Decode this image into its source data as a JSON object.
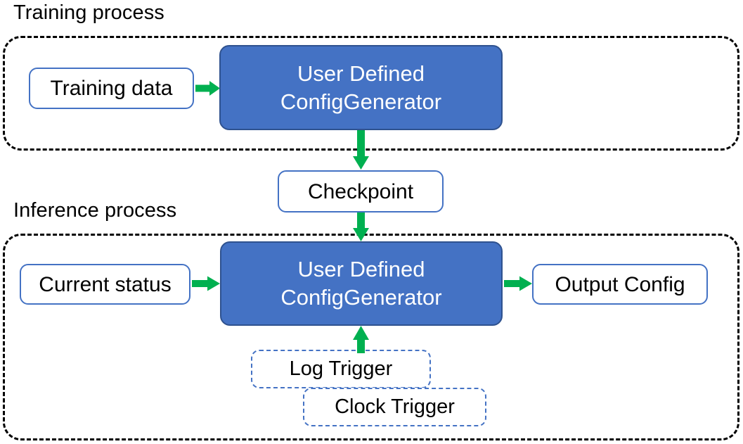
{
  "diagram": {
    "title_training": "Training process",
    "title_inference": "Inference process",
    "colors": {
      "process_fill": "#4472C4",
      "process_border": "#2F528F",
      "node_border": "#4472C4",
      "arrow": "#00B050",
      "container_border": "#000000",
      "text_dark": "#000000",
      "text_light": "#FFFFFF",
      "background": "#FFFFFF"
    },
    "sections": [
      {
        "name": "training",
        "label": "Training process",
        "border_style": "dashed"
      },
      {
        "name": "inference",
        "label": "Inference process",
        "border_style": "dashed"
      }
    ],
    "nodes": {
      "training_data": {
        "label": "Training data",
        "style": "white-rounded"
      },
      "train_generator": {
        "line1": "User Defined",
        "line2": "ConfigGenerator",
        "style": "blue-filled"
      },
      "checkpoint": {
        "label": "Checkpoint",
        "style": "white-rounded"
      },
      "current_status": {
        "label": "Current status",
        "style": "white-rounded"
      },
      "infer_generator": {
        "line1": "User Defined",
        "line2": "ConfigGenerator",
        "style": "blue-filled"
      },
      "output_config": {
        "label": "Output Config",
        "style": "white-rounded"
      },
      "log_trigger": {
        "label": "Log Trigger",
        "style": "dashed-blue"
      },
      "clock_trigger": {
        "label": "Clock Trigger",
        "style": "dashed-blue"
      }
    },
    "edges": [
      {
        "name": "training-data-to-generator",
        "from": "training_data",
        "to": "train_generator",
        "direction": "right"
      },
      {
        "name": "generator-to-checkpoint",
        "from": "train_generator",
        "to": "checkpoint",
        "direction": "down"
      },
      {
        "name": "checkpoint-to-infer-generator",
        "from": "checkpoint",
        "to": "infer_generator",
        "direction": "down"
      },
      {
        "name": "current-status-to-generator",
        "from": "current_status",
        "to": "infer_generator",
        "direction": "right"
      },
      {
        "name": "generator-to-output-config",
        "from": "infer_generator",
        "to": "output_config",
        "direction": "right"
      },
      {
        "name": "triggers-to-generator",
        "from": "log_trigger",
        "to": "infer_generator",
        "direction": "up"
      }
    ]
  }
}
